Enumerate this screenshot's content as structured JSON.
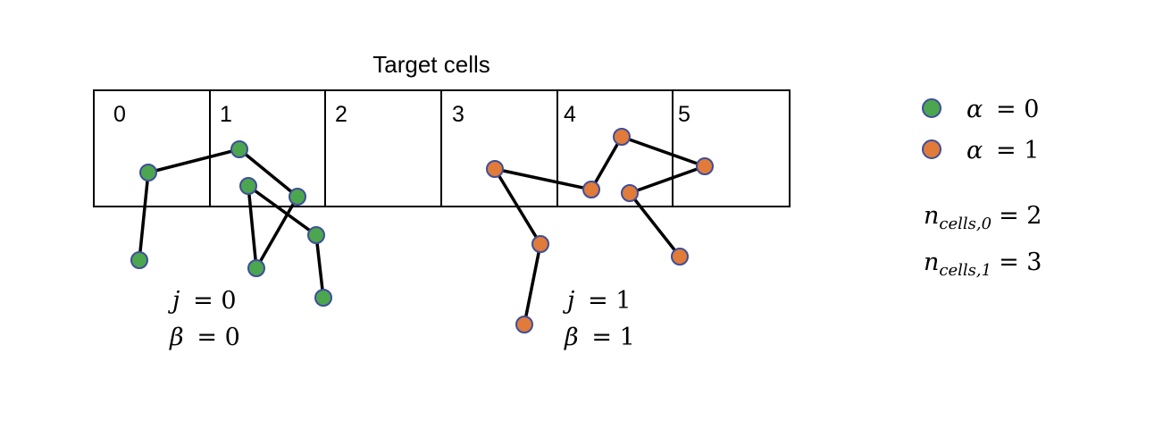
{
  "title": "Target cells",
  "cells": [
    "0",
    "1",
    "2",
    "3",
    "4",
    "5"
  ],
  "colors": {
    "green": "#4ca64f",
    "orange": "#e07b39",
    "node_stroke": "#3f4e9a",
    "edge": "#000000",
    "cell_border": "#000000"
  },
  "legend": [
    {
      "var": "α",
      "eq": "= 0",
      "color": "#4ca64f"
    },
    {
      "var": "α",
      "eq": "= 1",
      "color": "#e07b39"
    }
  ],
  "counts": [
    {
      "n": "n",
      "sub": "cells,0",
      "eq": "= 2"
    },
    {
      "n": "n",
      "sub": "cells,1",
      "eq": "= 3"
    }
  ],
  "groups": [
    {
      "j_var": "j",
      "j_eq": "= 0",
      "b_var": "β",
      "b_eq": "= 0"
    },
    {
      "j_var": "j",
      "j_eq": "= 1",
      "b_var": "β",
      "b_eq": "= 1"
    }
  ]
}
